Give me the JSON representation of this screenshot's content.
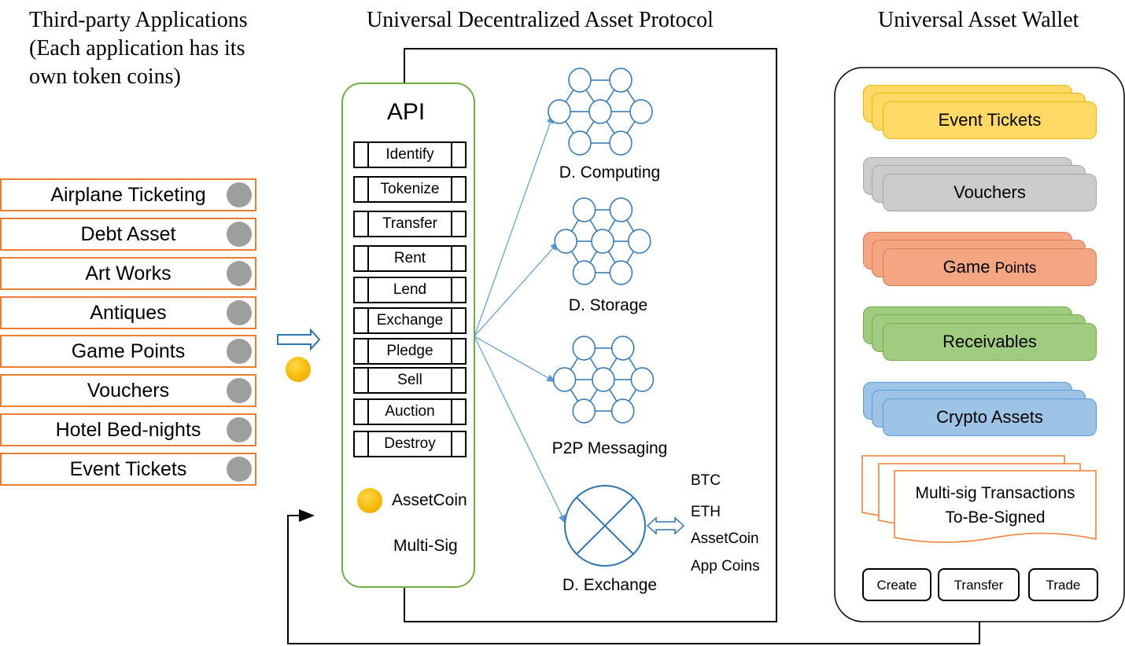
{
  "headings": {
    "left": [
      "Third-party Applications",
      "(Each application has its",
      "own token coins)"
    ],
    "middle": "Universal Decentralized Asset Protocol",
    "right": "Universal Asset Wallet"
  },
  "applications": [
    "Airplane Ticketing",
    "Debt Asset",
    "Art Works",
    "Antiques",
    "Game Points",
    "Vouchers",
    "Hotel Bed-nights",
    "Event Tickets"
  ],
  "api": {
    "title": "API",
    "functions": [
      "Identify",
      "Tokenize",
      "Transfer",
      "Rent",
      "Lend",
      "Exchange",
      "Pledge",
      "Sell",
      "Auction",
      "Destroy"
    ],
    "asset_coin": "AssetCoin",
    "multi_sig": "Multi-Sig"
  },
  "networks": {
    "computing": "D. Computing",
    "storage": "D. Storage",
    "messaging": "P2P Messaging",
    "exchange": "D. Exchange"
  },
  "exchange_coins": [
    "BTC",
    "ETH",
    "AssetCoin",
    "App Coins"
  ],
  "wallet": {
    "cards": [
      {
        "label": "Event Tickets",
        "color": "#ffd966",
        "border": "#e6b800"
      },
      {
        "label": "Vouchers",
        "color": "#cccccc",
        "border": "#a6a6a6"
      },
      {
        "label_main": "Game",
        "label_small": "Points",
        "color": "#f4a582",
        "border": "#e07b54"
      },
      {
        "label": "Receivables",
        "color": "#9fcc7f",
        "border": "#70ad47"
      },
      {
        "label": "Crypto Assets",
        "color": "#9dc3e6",
        "border": "#5b9bd5"
      }
    ],
    "multisig": [
      "Multi-sig Transactions",
      "To-Be-Signed"
    ],
    "buttons": [
      "Create",
      "Transfer",
      "Trade"
    ]
  },
  "colors": {
    "app_border": "#ed7d31",
    "app_dot": "#9e9e9e",
    "api_border": "#70ad47",
    "network_blue": "#2e75b6",
    "arrow_blue": "#5b9bd5",
    "coin_gold": "#f5b800",
    "multisig_border": "#ed7d31"
  }
}
